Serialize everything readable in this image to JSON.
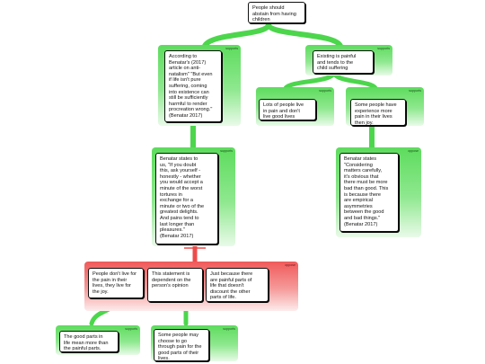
{
  "nodes": {
    "n0": {
      "text": "People should\nabstain from having\nchildren"
    },
    "n1": {
      "text": "According to\nBenatar's (2017)\narticle on anti-\nnatalism\" \"But even\nif life isn't pure\nsuffering, coming\ninto existence can\nstill be sufficiently\nharmful to render\nprocreation wrong.\"\n(Benatar 2017)"
    },
    "n2": {
      "text": "Existing is painful\nand tends to the\nchild suffering"
    },
    "n3": {
      "text": "Lots of people live\nin pain and don't\nlive good lives"
    },
    "n4": {
      "text": "Some people have\nexperience more\npain in their lives\nthen joy."
    },
    "n5": {
      "text": "Benatar states to\nus, \"If you doubt\nthis, ask yourself -\nhonestly - whether\nyou would accept a\nminute of the worst\ntortures in\nexchange for a\nminute or two of the\ngreatest delights.\nAnd pains tend to\nlast longer than\npleasures.\"\n(Benatar 2017)"
    },
    "n6": {
      "text": "Benatar states\n\"Considering\nmatters carefully,\nit's obvious that\nthere must be more\nbad than good. This\nis because there\nare empirical\nasymmetries\nbetween the good\nand bad things.\"\n(Benatar 2017)"
    },
    "n7": {
      "text": "People don't live for\nthe pain in their\nlives, they live for\nthe joy."
    },
    "n8": {
      "text": "This statement is\ndependent on the\nperson's opinion"
    },
    "n9": {
      "text": "Just because there\nare painful parts of\nlife that doesn't\ndiscount the other\nparts of life."
    },
    "n10": {
      "text": "The good parts in\nlife mean more than\nthe painful parts."
    },
    "n11": {
      "text": "Some people may\nchoose to go\nthrough pain for the\ngood parts of their\nlives."
    }
  },
  "zones": {
    "z1": {
      "label": "supports"
    },
    "z2": {
      "label": "supports"
    },
    "z3": {
      "label": "supports"
    },
    "z4": {
      "label": "supports"
    },
    "z5": {
      "label": "supports"
    },
    "z6": {
      "label": "oppose"
    },
    "z7": {
      "label": "supports"
    },
    "z8": {
      "label": "supports"
    }
  },
  "colors": {
    "support": "#4cd64c",
    "oppose": "#ee4b4b",
    "node_border": "#111111"
  }
}
